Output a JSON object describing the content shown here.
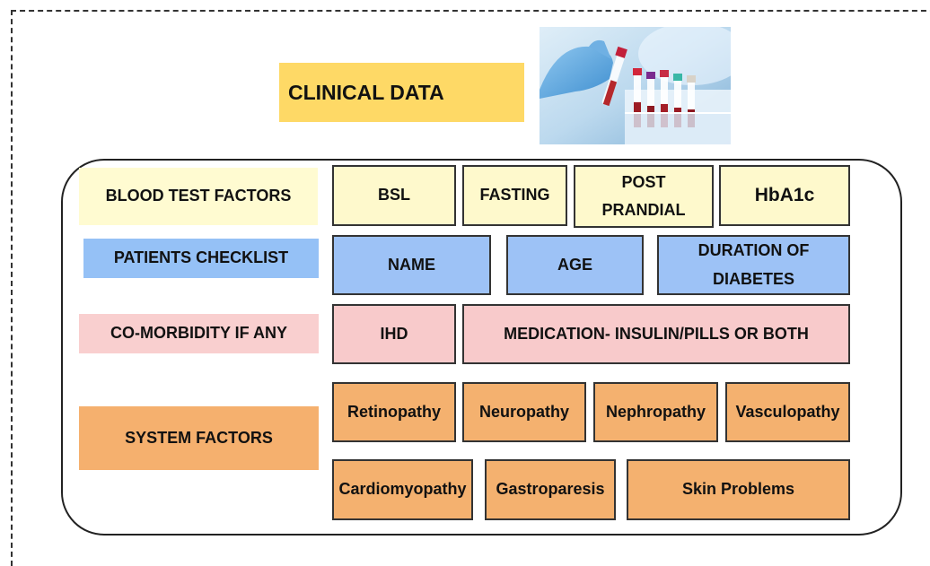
{
  "title": "CLINICAL DATA",
  "image": "blood-test-tubes-photo",
  "rows": {
    "blood_test": {
      "label": "BLOOD TEST FACTORS",
      "cells": [
        "BSL",
        "FASTING",
        "POST PRANDIAL",
        "HbA1c"
      ]
    },
    "patients": {
      "label": "PATIENTS CHECKLIST",
      "cells": [
        "NAME",
        "AGE",
        "DURATION OF DIABETES"
      ]
    },
    "comorbidity": {
      "label": "CO-MORBIDITY IF ANY",
      "cells": [
        "IHD",
        "MEDICATION- INSULIN/PILLS OR BOTH"
      ]
    },
    "system": {
      "label": "SYSTEM FACTORS",
      "cells": [
        "Retinopathy",
        "Neuropathy",
        "Nephropathy",
        "Vasculopathy",
        "Cardiomyopathy",
        "Gastroparesis",
        "Skin Problems"
      ]
    }
  },
  "colors": {
    "title": "#FED966",
    "blood_test": "#FEF9CC",
    "patients": "#9DC2F6",
    "comorbidity": "#F8CACB",
    "system": "#F4B16F"
  }
}
